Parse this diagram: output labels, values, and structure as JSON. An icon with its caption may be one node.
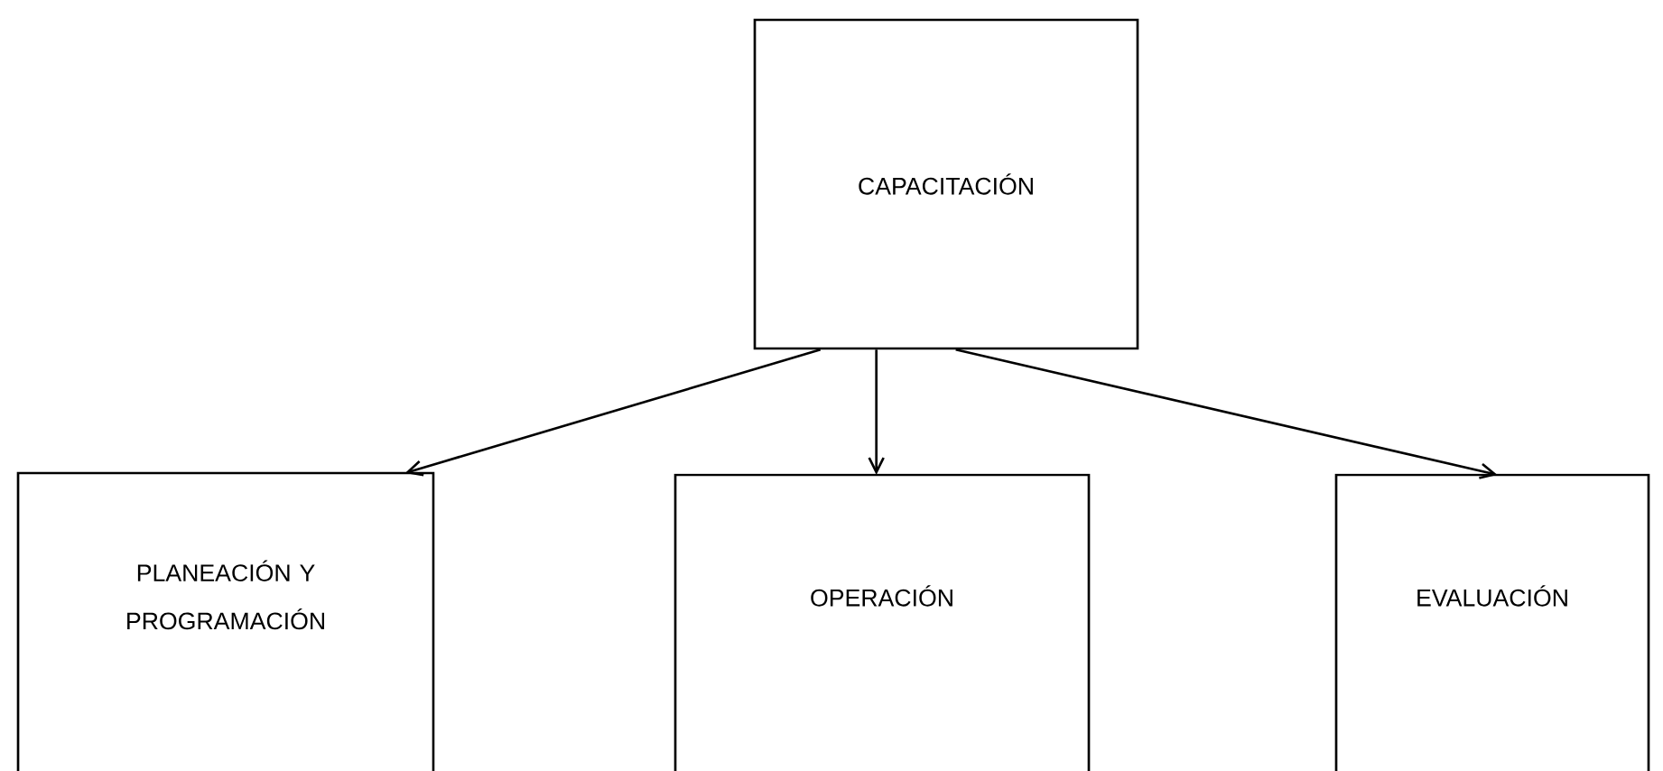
{
  "diagram": {
    "nodes": [
      {
        "text": [
          "CAPACITACIÓN"
        ]
      },
      {
        "text": [
          "PLANEACIÓN Y PROGRAMACIÓN"
        ]
      },
      {
        "text": [
          "OPERACIÓN"
        ]
      },
      {
        "text": [
          "EVALUACIÓN"
        ]
      }
    ],
    "edges": [
      {
        "from": 0,
        "to": 1,
        "arrow": "to"
      },
      {
        "from": 0,
        "to": 2,
        "arrow": "to"
      },
      {
        "from": 0,
        "to": 3,
        "arrow": "to"
      }
    ]
  }
}
